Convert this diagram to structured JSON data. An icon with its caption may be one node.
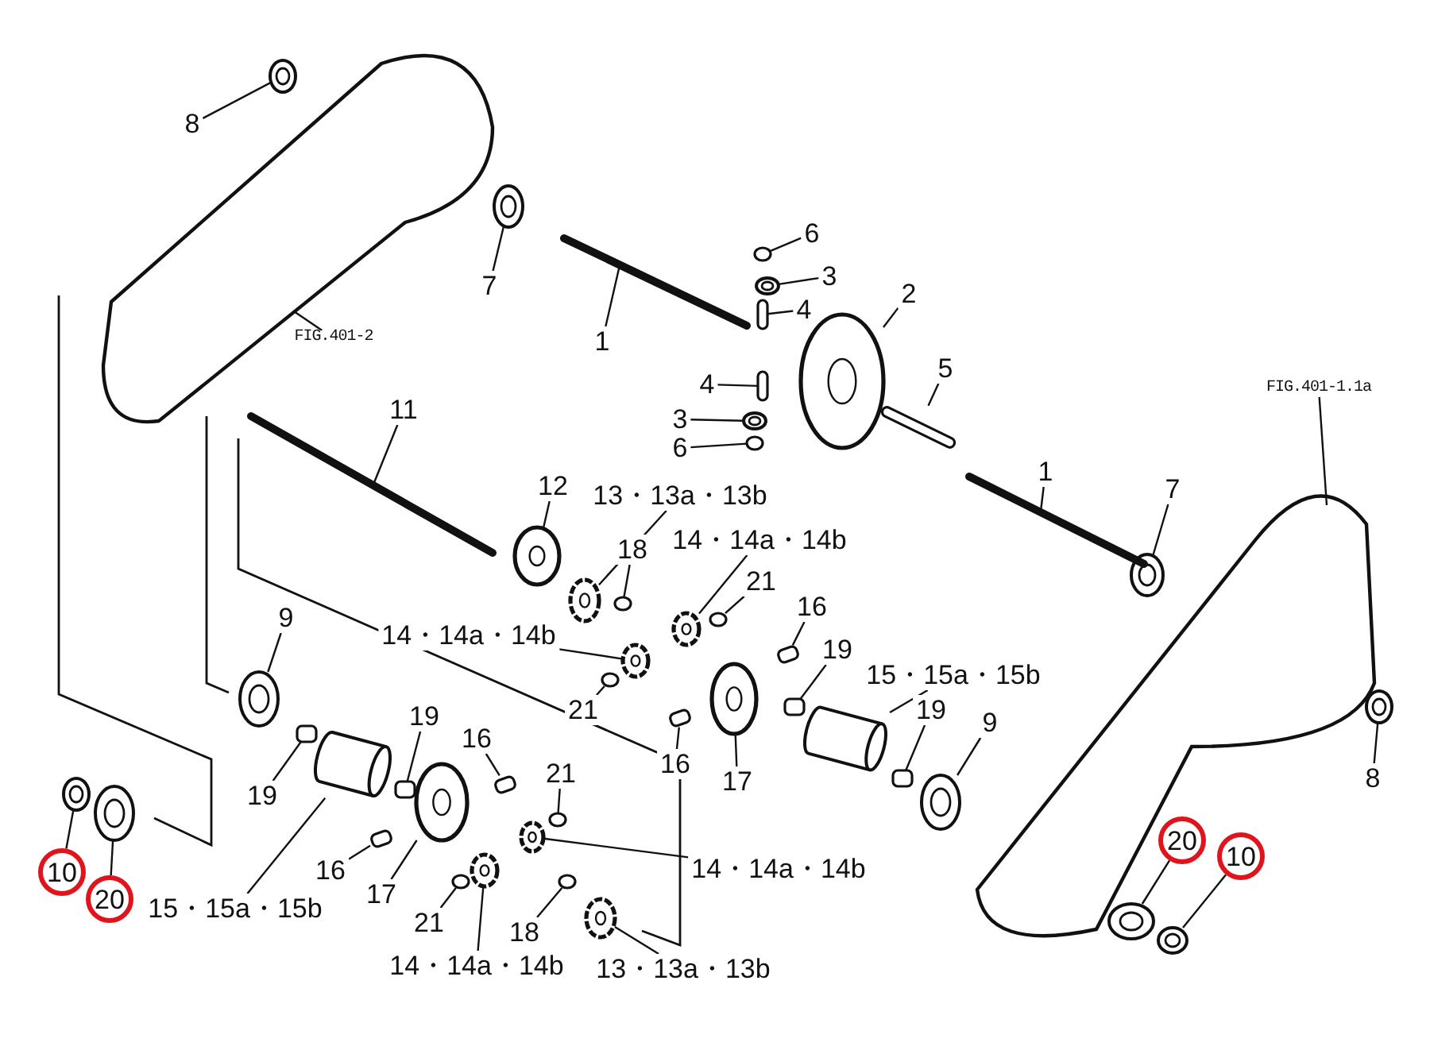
{
  "diagram": {
    "nodes": [
      {
        "text": [
          "8"
        ]
      },
      {
        "text": [
          "7"
        ]
      },
      {
        "text": [
          "1"
        ]
      },
      {
        "text": [
          "FIG.401-2"
        ]
      },
      {
        "text": [
          "6"
        ]
      },
      {
        "text": [
          "3"
        ]
      },
      {
        "text": [
          "4"
        ]
      },
      {
        "text": [
          "2"
        ]
      },
      {
        "text": [
          "4"
        ]
      },
      {
        "text": [
          "3"
        ]
      },
      {
        "text": [
          "6"
        ]
      },
      {
        "text": [
          "5"
        ]
      },
      {
        "text": [
          "1"
        ]
      },
      {
        "text": [
          "7"
        ]
      },
      {
        "text": [
          "FIG.401-1.1a"
        ]
      },
      {
        "text": [
          "11"
        ]
      },
      {
        "text": [
          "12"
        ]
      },
      {
        "text": [
          "13・13a・13b"
        ]
      },
      {
        "text": [
          "18"
        ]
      },
      {
        "text": [
          "14・14a・14b"
        ]
      },
      {
        "text": [
          "21"
        ]
      },
      {
        "text": [
          "14・14a・14b"
        ]
      },
      {
        "text": [
          "21"
        ]
      },
      {
        "text": [
          "16"
        ]
      },
      {
        "text": [
          "19"
        ]
      },
      {
        "text": [
          "15・15a・15b"
        ]
      },
      {
        "text": [
          "16"
        ]
      },
      {
        "text": [
          "17"
        ]
      },
      {
        "text": [
          "19"
        ]
      },
      {
        "text": [
          "9"
        ]
      },
      {
        "text": [
          "8"
        ]
      },
      {
        "text": [
          "9"
        ]
      },
      {
        "text": [
          "19"
        ]
      },
      {
        "text": [
          "15・15a・15b"
        ]
      },
      {
        "text": [
          "19"
        ]
      },
      {
        "text": [
          "16"
        ]
      },
      {
        "text": [
          "21"
        ]
      },
      {
        "text": [
          "14・14a・14b"
        ]
      },
      {
        "text": [
          "16"
        ]
      },
      {
        "text": [
          "17"
        ]
      },
      {
        "text": [
          "21"
        ]
      },
      {
        "text": [
          "14・14a・14b"
        ]
      },
      {
        "text": [
          "18"
        ]
      },
      {
        "text": [
          "13・13a・13b"
        ]
      },
      {
        "text": [
          "10"
        ]
      },
      {
        "text": [
          "20"
        ]
      },
      {
        "text": [
          "20"
        ]
      },
      {
        "text": [
          "10"
        ]
      },
      {
        "text": [],
        "shape": "picture"
      },
      {
        "text": [],
        "shape": "picture"
      },
      {
        "text": [],
        "shape": "picture"
      },
      {
        "text": [],
        "shape": "picture"
      },
      {
        "text": [],
        "shape": "circle"
      },
      {
        "text": [],
        "shape": "picture"
      },
      {
        "text": [],
        "shape": "box"
      },
      {
        "text": [],
        "shape": "picture"
      },
      {
        "text": [],
        "shape": "box"
      },
      {
        "text": [],
        "shape": "picture"
      },
      {
        "text": [],
        "shape": "circle"
      },
      {
        "text": [],
        "shape": "box"
      },
      {
        "text": [],
        "shape": "picture"
      },
      {
        "text": [],
        "shape": "picture"
      },
      {
        "text": [],
        "shape": "picture"
      },
      {
        "text": [],
        "shape": "picture"
      },
      {
        "text": [],
        "shape": "picture"
      },
      {
        "text": [],
        "shape": "picture"
      },
      {
        "text": [],
        "shape": "circle"
      },
      {
        "text": [],
        "shape": "picture"
      },
      {
        "text": [],
        "shape": "circle"
      },
      {
        "text": [],
        "shape": "picture"
      },
      {
        "text": [],
        "shape": "circle"
      },
      {
        "text": [],
        "shape": "box"
      },
      {
        "text": [],
        "shape": "box"
      },
      {
        "text": [],
        "shape": "cylinder"
      },
      {
        "text": [],
        "shape": "box"
      },
      {
        "text": [],
        "shape": "picture"
      },
      {
        "text": [],
        "shape": "box"
      },
      {
        "text": [],
        "shape": "picture"
      },
      {
        "text": [],
        "shape": "picture"
      },
      {
        "text": [],
        "shape": "picture"
      },
      {
        "text": [],
        "shape": "box"
      },
      {
        "text": [],
        "shape": "cylinder"
      },
      {
        "text": [],
        "shape": "box"
      },
      {
        "text": [],
        "shape": "box"
      },
      {
        "text": [],
        "shape": "circle"
      },
      {
        "text": [],
        "shape": "picture"
      },
      {
        "text": [],
        "shape": "box"
      },
      {
        "text": [],
        "shape": "picture"
      },
      {
        "text": [],
        "shape": "circle"
      },
      {
        "text": [],
        "shape": "picture"
      },
      {
        "text": [],
        "shape": "circle"
      },
      {
        "text": [],
        "shape": "picture"
      },
      {
        "text": [],
        "shape": "picture"
      },
      {
        "text": [],
        "shape": "picture"
      },
      {
        "text": [],
        "shape": "picture"
      },
      {
        "text": [],
        "shape": "picture"
      }
    ],
    "edges": [
      {
        "from": 0,
        "to": 48,
        "arrow": "none"
      },
      {
        "from": 1,
        "to": 49,
        "arrow": "none"
      },
      {
        "from": 2,
        "to": 50,
        "arrow": "none"
      },
      {
        "from": 3,
        "to": 51,
        "arrow": "none"
      },
      {
        "from": 4,
        "to": 52,
        "arrow": "none"
      },
      {
        "from": 5,
        "to": 53,
        "arrow": "none"
      },
      {
        "from": 6,
        "to": 54,
        "arrow": "none"
      },
      {
        "from": 7,
        "to": 55,
        "arrow": "none"
      },
      {
        "from": 8,
        "to": 56,
        "arrow": "none"
      },
      {
        "from": 9,
        "to": 57,
        "arrow": "none"
      },
      {
        "from": 10,
        "to": 58,
        "arrow": "none"
      },
      {
        "from": 11,
        "to": 59,
        "arrow": "none"
      },
      {
        "from": 12,
        "to": 60,
        "arrow": "none"
      },
      {
        "from": 13,
        "to": 61,
        "arrow": "none"
      },
      {
        "from": 14,
        "to": 62,
        "arrow": "none"
      },
      {
        "from": 15,
        "to": 63,
        "arrow": "none"
      },
      {
        "from": 16,
        "to": 64,
        "arrow": "none"
      },
      {
        "from": 17,
        "to": 65,
        "arrow": "none"
      },
      {
        "from": 18,
        "to": 66,
        "arrow": "none"
      },
      {
        "from": 19,
        "to": 67,
        "arrow": "none"
      },
      {
        "from": 20,
        "to": 68,
        "arrow": "none"
      },
      {
        "from": 21,
        "to": 69,
        "arrow": "none"
      },
      {
        "from": 22,
        "to": 70,
        "arrow": "none"
      },
      {
        "from": 23,
        "to": 71,
        "arrow": "none"
      },
      {
        "from": 24,
        "to": 72,
        "arrow": "none"
      },
      {
        "from": 25,
        "to": 81,
        "arrow": "none"
      },
      {
        "from": 26,
        "to": 74,
        "arrow": "none"
      },
      {
        "from": 27,
        "to": 75,
        "arrow": "none"
      },
      {
        "from": 28,
        "to": 76,
        "arrow": "none"
      },
      {
        "from": 29,
        "to": 77,
        "arrow": "none"
      },
      {
        "from": 30,
        "to": 78,
        "arrow": "none"
      },
      {
        "from": 31,
        "to": 79,
        "arrow": "none"
      },
      {
        "from": 32,
        "to": 80,
        "arrow": "none"
      },
      {
        "from": 33,
        "to": 73,
        "arrow": "none"
      },
      {
        "from": 34,
        "to": 82,
        "arrow": "none"
      },
      {
        "from": 35,
        "to": 83,
        "arrow": "none"
      },
      {
        "from": 36,
        "to": 84,
        "arrow": "none"
      },
      {
        "from": 37,
        "to": 85,
        "arrow": "none"
      },
      {
        "from": 38,
        "to": 86,
        "arrow": "none"
      },
      {
        "from": 39,
        "to": 87,
        "arrow": "none"
      },
      {
        "from": 40,
        "to": 88,
        "arrow": "none"
      },
      {
        "from": 41,
        "to": 89,
        "arrow": "none"
      },
      {
        "from": 42,
        "to": 90,
        "arrow": "none"
      },
      {
        "from": 43,
        "to": 91,
        "arrow": "none"
      },
      {
        "from": 44,
        "to": 92,
        "arrow": "none"
      },
      {
        "from": 45,
        "to": 93,
        "arrow": "none"
      },
      {
        "from": 46,
        "to": 94,
        "arrow": "none"
      },
      {
        "from": 47,
        "to": 95,
        "arrow": "none"
      }
    ]
  }
}
